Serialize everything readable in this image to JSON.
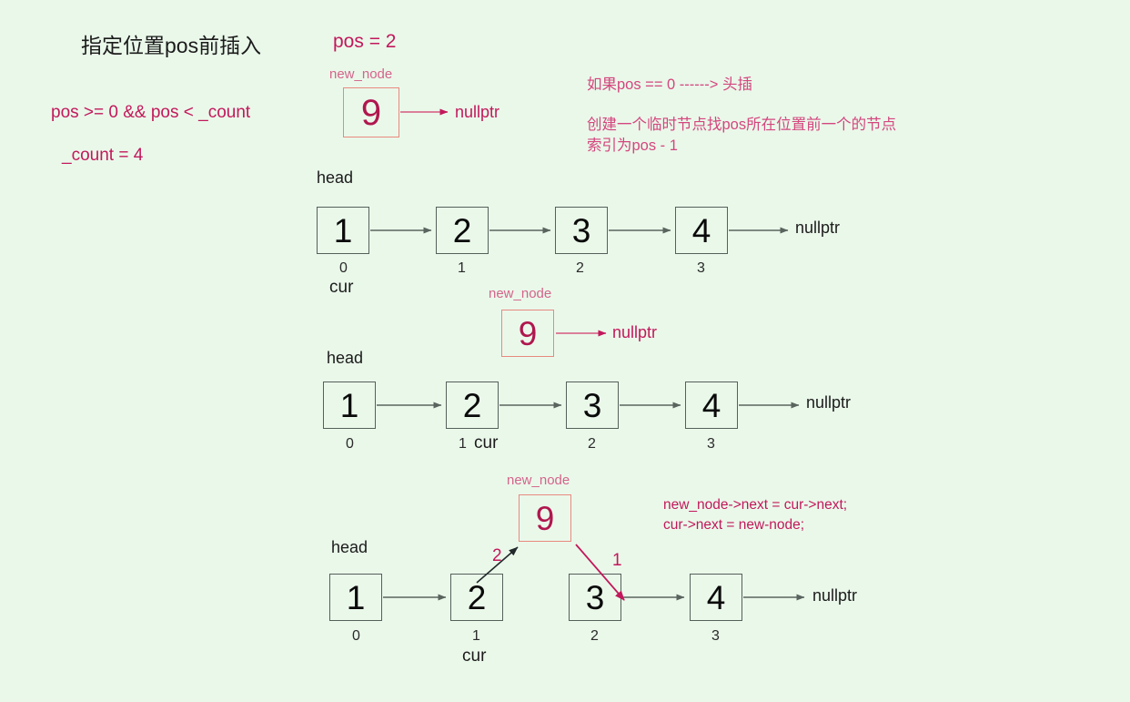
{
  "title": "指定位置pos前插入",
  "conditions": {
    "range": "pos >= 0 && pos < _count",
    "count": "_count = 4"
  },
  "pos": {
    "label": "pos = 2"
  },
  "notes": {
    "line1": "如果pos == 0 ------> 头插",
    "line2": "创建一个临时节点找pos所在位置前一个的节点",
    "line3": "索引为pos - 1"
  },
  "code": {
    "line1": "new_node->next = cur->next;",
    "line2": "cur->next = new-node;"
  },
  "labels": {
    "head": "head",
    "cur": "cur",
    "new_node": "new_node",
    "nullptr": "nullptr"
  },
  "top_new_node": {
    "name": "new_node",
    "value": "9",
    "next": "nullptr"
  },
  "steps": [
    {
      "id": "step1",
      "head": "head",
      "nodes": [
        {
          "value": "1",
          "index": "0"
        },
        {
          "value": "2",
          "index": "1"
        },
        {
          "value": "3",
          "index": "2"
        },
        {
          "value": "4",
          "index": "3"
        }
      ],
      "tail": "nullptr",
      "cur_label": "cur",
      "cur_at_index": 0
    },
    {
      "id": "step2",
      "head": "head",
      "new_node": {
        "name": "new_node",
        "value": "9",
        "next": "nullptr"
      },
      "nodes": [
        {
          "value": "1",
          "index": "0"
        },
        {
          "value": "2",
          "index": "1"
        },
        {
          "value": "3",
          "index": "2"
        },
        {
          "value": "4",
          "index": "3"
        }
      ],
      "tail": "nullptr",
      "cur_label": "cur",
      "cur_at_index": 1
    },
    {
      "id": "step3",
      "head": "head",
      "new_node": {
        "name": "new_node",
        "value": "9"
      },
      "nodes": [
        {
          "value": "1",
          "index": "0"
        },
        {
          "value": "2",
          "index": "1"
        },
        {
          "value": "3",
          "index": "2"
        },
        {
          "value": "4",
          "index": "3"
        }
      ],
      "tail": "nullptr",
      "cur_label": "cur",
      "cur_at_index": 1,
      "arrow_marks": {
        "first": "1",
        "second": "2"
      }
    }
  ],
  "colors": {
    "background": "#eaf8ea",
    "node_border": "#55605a",
    "node_text": "#0a0a0a",
    "accent_pink": "#c2185b",
    "new_node_border": "#e8897f",
    "note_pink": "#d4467e",
    "arrow_gray": "#5a645e"
  }
}
